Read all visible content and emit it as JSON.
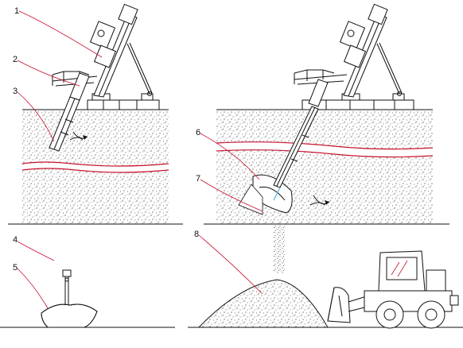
{
  "callouts": {
    "c1": "1",
    "c2": "2",
    "c3": "3",
    "c4": "4",
    "c5": "5",
    "c6": "6",
    "c7": "7",
    "c8": "8"
  },
  "colors": {
    "ink": "#111111",
    "leader": "#c8102e",
    "seam": "#c8102e",
    "background": "#ffffff"
  },
  "icons": {
    "rotation": "rotation-arrow-icon",
    "loader": "wheel-loader-icon",
    "drill_rig": "drill-rig-icon"
  }
}
